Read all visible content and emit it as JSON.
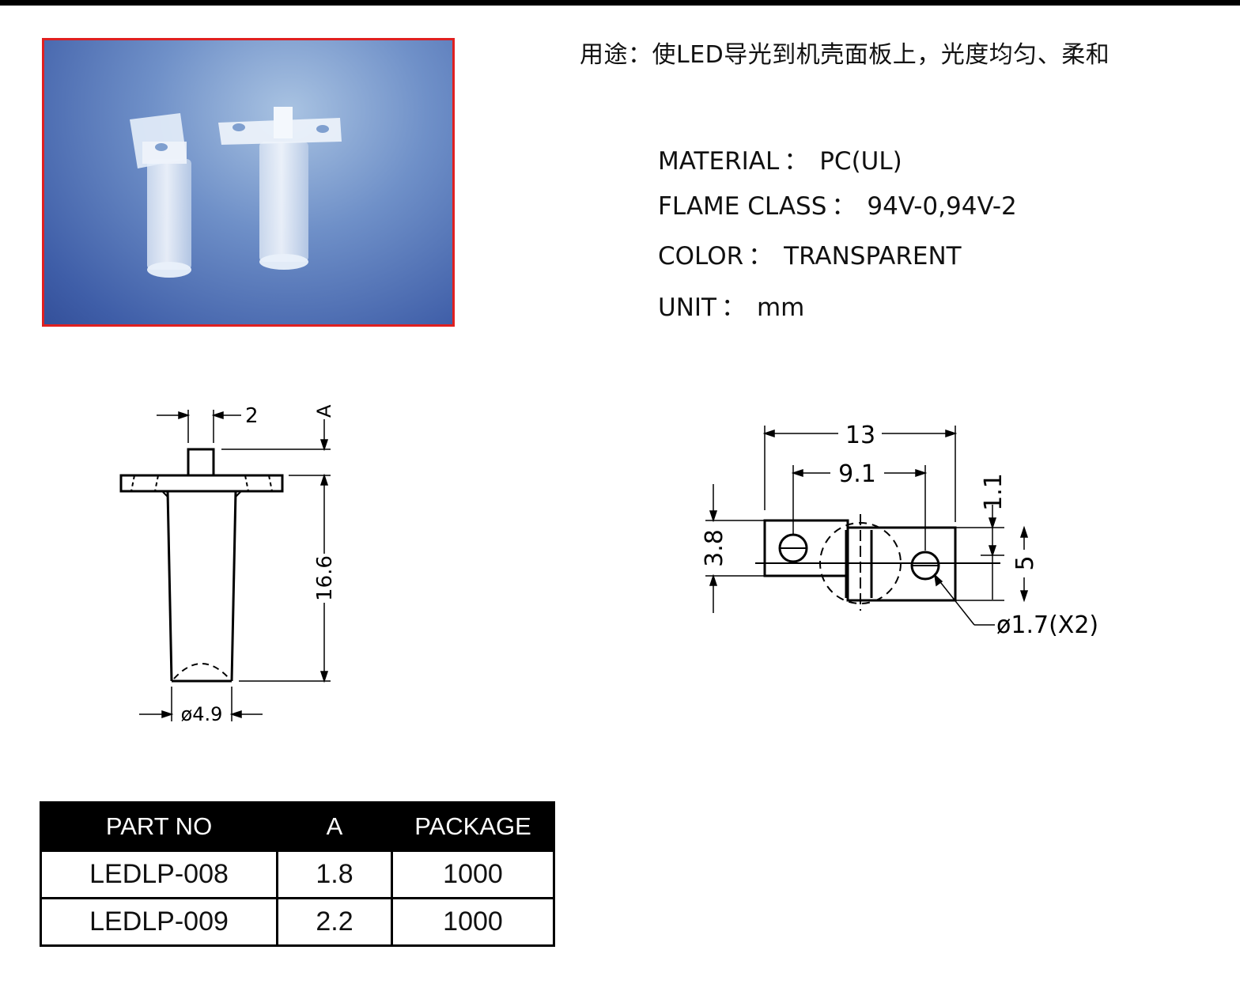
{
  "usage_text": "用途：使LED导光到机壳面板上，光度均匀、柔和",
  "specs": [
    {
      "label": "MATERIAL",
      "value": "PC(UL)"
    },
    {
      "label": "FLAME CLASS",
      "value": "94V-0,94V-2"
    },
    {
      "label": "COLOR",
      "value": "TRANSPARENT"
    },
    {
      "label": "UNIT",
      "value": "mm"
    }
  ],
  "spec_separator": "：",
  "side_view": {
    "dim_top": "2",
    "dim_a": "A",
    "dim_height": "16.6",
    "dim_diameter": "ø4.9"
  },
  "top_view": {
    "dim_width": "13",
    "dim_hole_spacing": "9.1",
    "dim_left_height": "3.8",
    "dim_offset": "1.1",
    "dim_right_height": "5",
    "dim_hole": "ø1.7(X2)"
  },
  "table": {
    "headers": [
      "PART NO",
      "A",
      "PACKAGE"
    ],
    "rows": [
      [
        "LEDLP-008",
        "1.8",
        "1000"
      ],
      [
        "LEDLP-009",
        "2.2",
        "1000"
      ]
    ]
  }
}
